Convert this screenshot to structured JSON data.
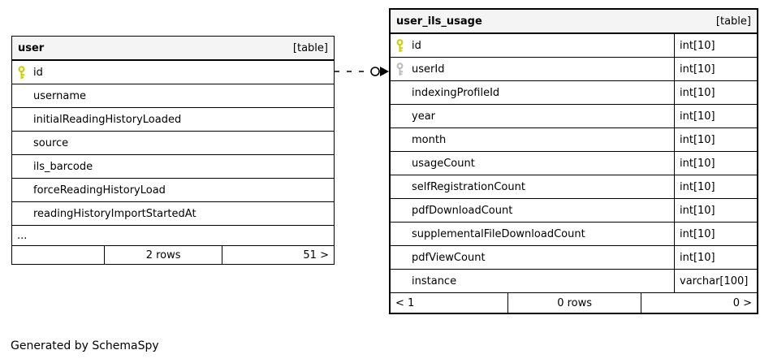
{
  "diagram": {
    "note": "Generated by SchemaSpy",
    "relation": {
      "from_table": "user",
      "from_column": "id",
      "to_table": "user_ils_usage",
      "to_column": "userId",
      "line_style": "dashed",
      "end_marker": "open-circle-filled-arrow"
    },
    "colors": {
      "key_primary": "#cfcf00",
      "key_foreign": "#bdbdbd",
      "header_bg": "#f4f4f4",
      "border": "#000000",
      "row_bg": "#ffffff",
      "canvas_bg": "#ffffff"
    }
  },
  "tables": [
    {
      "name": "user",
      "badge": "[table]",
      "has_type_column": false,
      "columns": [
        {
          "name": "id",
          "key": "primary"
        },
        {
          "name": "username"
        },
        {
          "name": "initialReadingHistoryLoaded"
        },
        {
          "name": "source"
        },
        {
          "name": "ils_barcode"
        },
        {
          "name": "forceReadingHistoryLoad"
        },
        {
          "name": "readingHistoryImportStartedAt"
        },
        {
          "name": "...",
          "ellipsis": true
        }
      ],
      "footer": {
        "left": "",
        "center": "2 rows",
        "right": "51 >"
      }
    },
    {
      "name": "user_ils_usage",
      "badge": "[table]",
      "has_type_column": true,
      "columns": [
        {
          "name": "id",
          "key": "primary",
          "type": "int[10]"
        },
        {
          "name": "userId",
          "key": "foreign",
          "type": "int[10]"
        },
        {
          "name": "indexingProfileId",
          "type": "int[10]"
        },
        {
          "name": "year",
          "type": "int[10]"
        },
        {
          "name": "month",
          "type": "int[10]"
        },
        {
          "name": "usageCount",
          "type": "int[10]"
        },
        {
          "name": "selfRegistrationCount",
          "type": "int[10]"
        },
        {
          "name": "pdfDownloadCount",
          "type": "int[10]"
        },
        {
          "name": "supplementalFileDownloadCount",
          "type": "int[10]"
        },
        {
          "name": "pdfViewCount",
          "type": "int[10]"
        },
        {
          "name": "instance",
          "type": "varchar[100]"
        }
      ],
      "footer": {
        "left": "< 1",
        "center": "0 rows",
        "right": "0 >"
      }
    }
  ]
}
